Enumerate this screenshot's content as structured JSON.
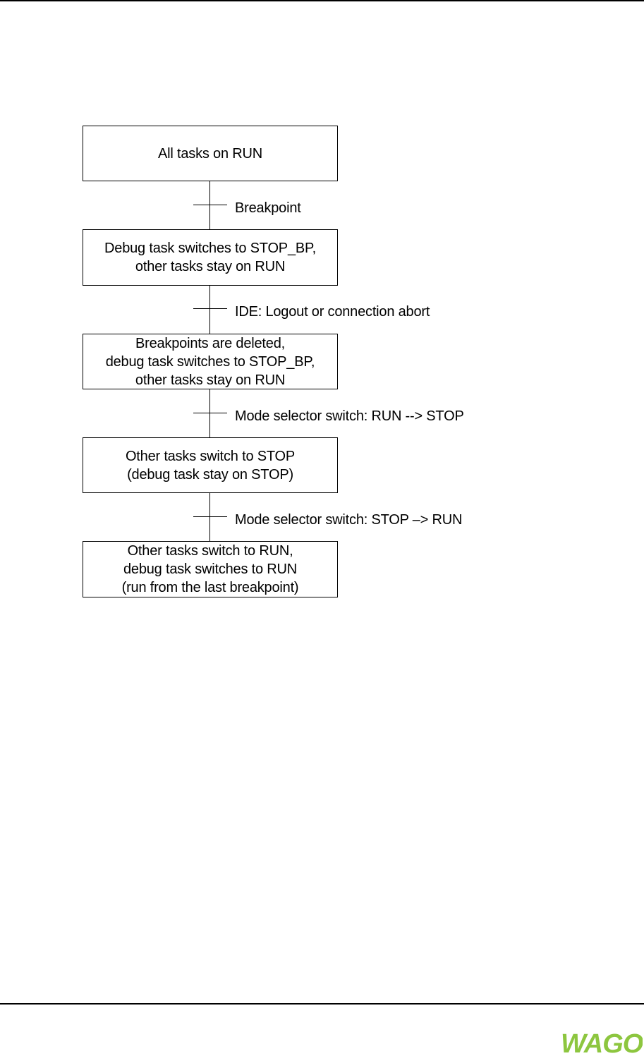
{
  "diagram": {
    "states": [
      {
        "id": "s1",
        "lines": [
          "All tasks on RUN"
        ]
      },
      {
        "id": "s2",
        "lines": [
          "Debug task switches to STOP_BP,",
          "other tasks stay on RUN"
        ]
      },
      {
        "id": "s3",
        "lines": [
          "Breakpoints are deleted,",
          "debug task switches to STOP_BP,",
          "other tasks stay on RUN"
        ]
      },
      {
        "id": "s4",
        "lines": [
          "Other tasks switch to STOP",
          "(debug task stay on STOP)"
        ]
      },
      {
        "id": "s5",
        "lines": [
          "Other tasks switch to RUN,",
          "debug task switches to RUN",
          "(run from the last breakpoint)"
        ]
      }
    ],
    "transitions": [
      {
        "from": "s1",
        "to": "s2",
        "label": "Breakpoint"
      },
      {
        "from": "s2",
        "to": "s3",
        "label": "IDE: Logout or connection abort"
      },
      {
        "from": "s3",
        "to": "s4",
        "label": "Mode selector switch: RUN --> STOP"
      },
      {
        "from": "s4",
        "to": "s5",
        "label": "Mode selector switch: STOP –> RUN"
      }
    ]
  },
  "footer": {
    "logo_text": "WAGO",
    "logo_color": "#8dc63f"
  }
}
